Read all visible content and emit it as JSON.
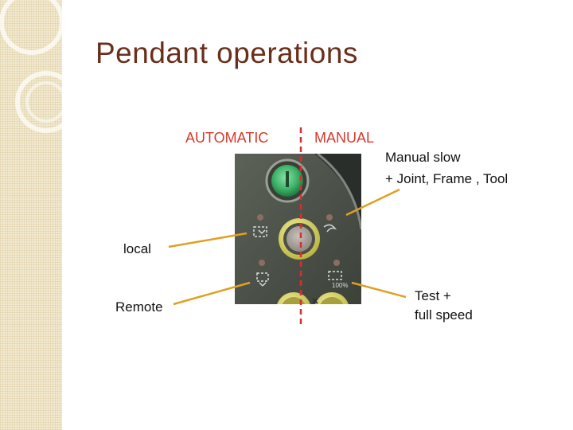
{
  "slide": {
    "title": "Pendant operations",
    "modes": {
      "automatic": "AUTOMATIC",
      "manual": "MANUAL"
    },
    "labels": {
      "manual_slow_line1": "Manual slow",
      "manual_slow_line2": "+ Joint, Frame , Tool",
      "local": "local",
      "remote": "Remote",
      "test_line1": "Test +",
      "test_line2": "full speed"
    },
    "pendant_marking": "100%",
    "colors": {
      "title": "#6a2f1b",
      "mode_labels": "#d63a2a",
      "divider_line": "#d62f2f",
      "pointer_lines": "#e0a020",
      "sidebar": "#f3ead0"
    }
  }
}
